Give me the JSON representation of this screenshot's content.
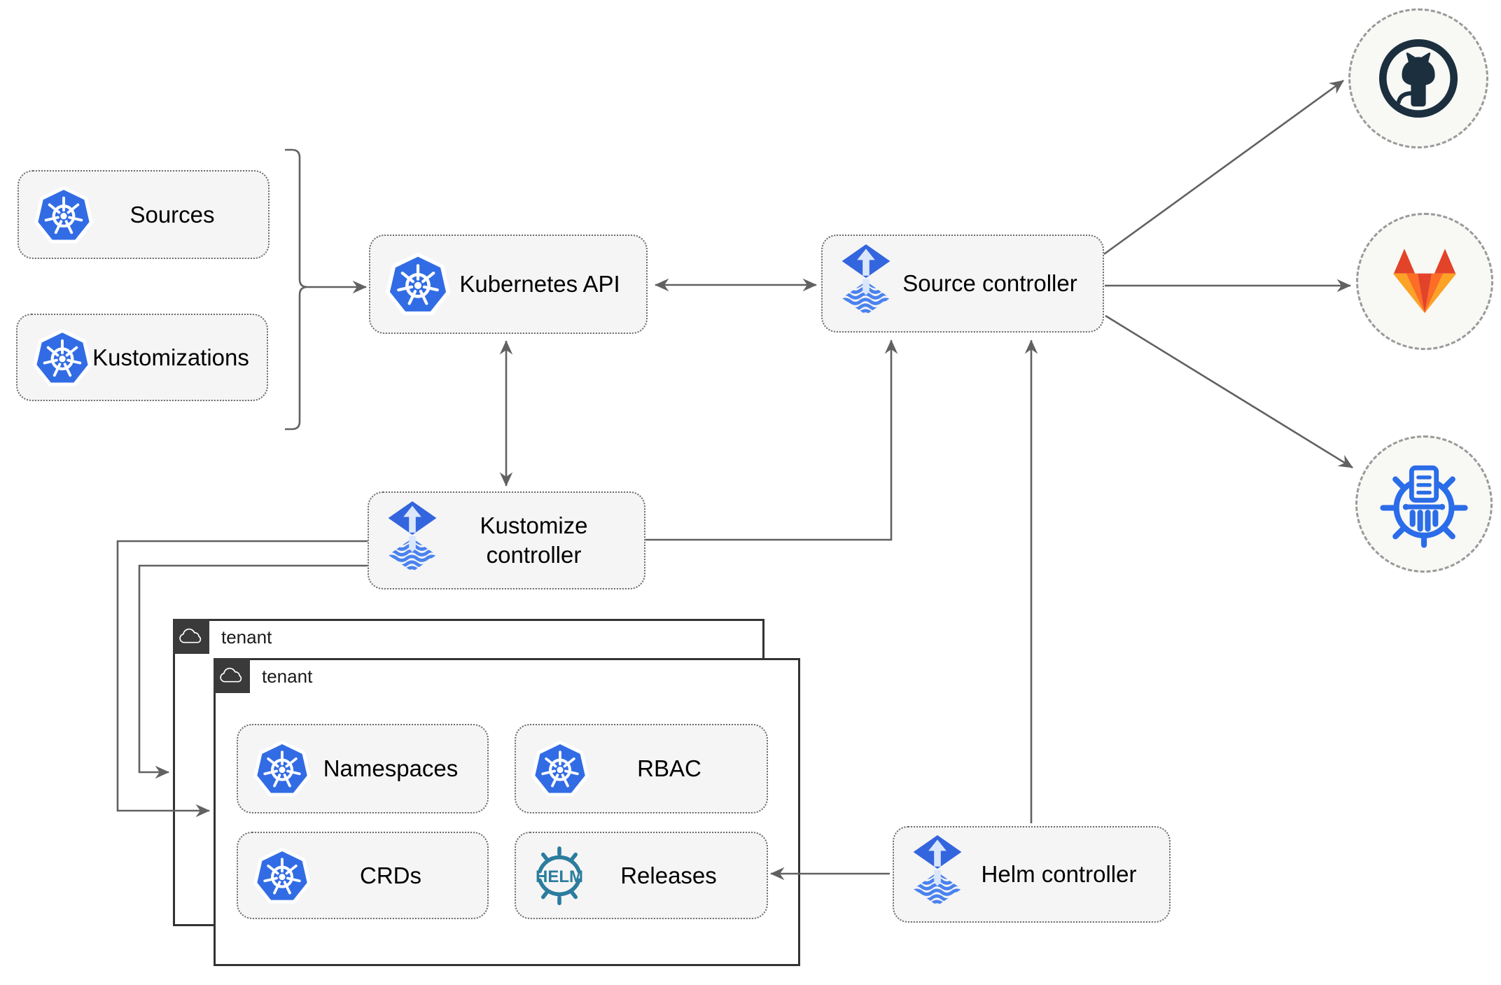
{
  "colors": {
    "canvas_bg": "#ffffff",
    "node_fill": "#f5f5f5",
    "node_border": "#6b6b6b",
    "wire": "#616161",
    "tenant_border": "#333333",
    "tenant_tab_bg": "#3a3a3a",
    "kubernetes_blue": "#326ce5",
    "flux_blue": "#3365de",
    "flux_arrow": "#d9e6fb",
    "flux_stripe": "#4a82ef",
    "helm_teal": "#2b7c9e",
    "github_dark": "#1b2f3e",
    "gitlab_red": "#e24329",
    "gitlab_orange": "#fc6d26",
    "gitlab_light": "#fca326",
    "chartmuseum_blue": "#2b6de8",
    "circle_fill": "#f8f8f5",
    "circle_border": "#9a9a9a",
    "label": "#000000"
  },
  "nodes": {
    "sources": {
      "label": "Sources",
      "icon": "kubernetes-icon"
    },
    "kustomizations": {
      "label": "Kustomizations",
      "icon": "kubernetes-icon"
    },
    "kubernetes_api": {
      "label": "Kubernetes API",
      "icon": "kubernetes-icon"
    },
    "source_controller": {
      "label": "Source controller",
      "icon": "flux-icon"
    },
    "kustomize_controller": {
      "label": "Kustomize controller",
      "icon": "flux-icon"
    },
    "helm_controller": {
      "label": "Helm controller",
      "icon": "flux-icon"
    },
    "namespaces": {
      "label": "Namespaces",
      "icon": "kubernetes-icon"
    },
    "rbac": {
      "label": "RBAC",
      "icon": "kubernetes-icon"
    },
    "crds": {
      "label": "CRDs",
      "icon": "kubernetes-icon"
    },
    "releases": {
      "label": "Releases",
      "icon": "helm-icon",
      "logo_text": "HELM"
    }
  },
  "tenants": {
    "back": {
      "label": "tenant",
      "icon": "cloud-icon"
    },
    "front": {
      "label": "tenant",
      "icon": "cloud-icon"
    }
  },
  "endpoints": {
    "github": {
      "icon": "github-icon"
    },
    "gitlab": {
      "icon": "gitlab-icon"
    },
    "chartmuseum": {
      "icon": "chartmuseum-icon"
    }
  }
}
